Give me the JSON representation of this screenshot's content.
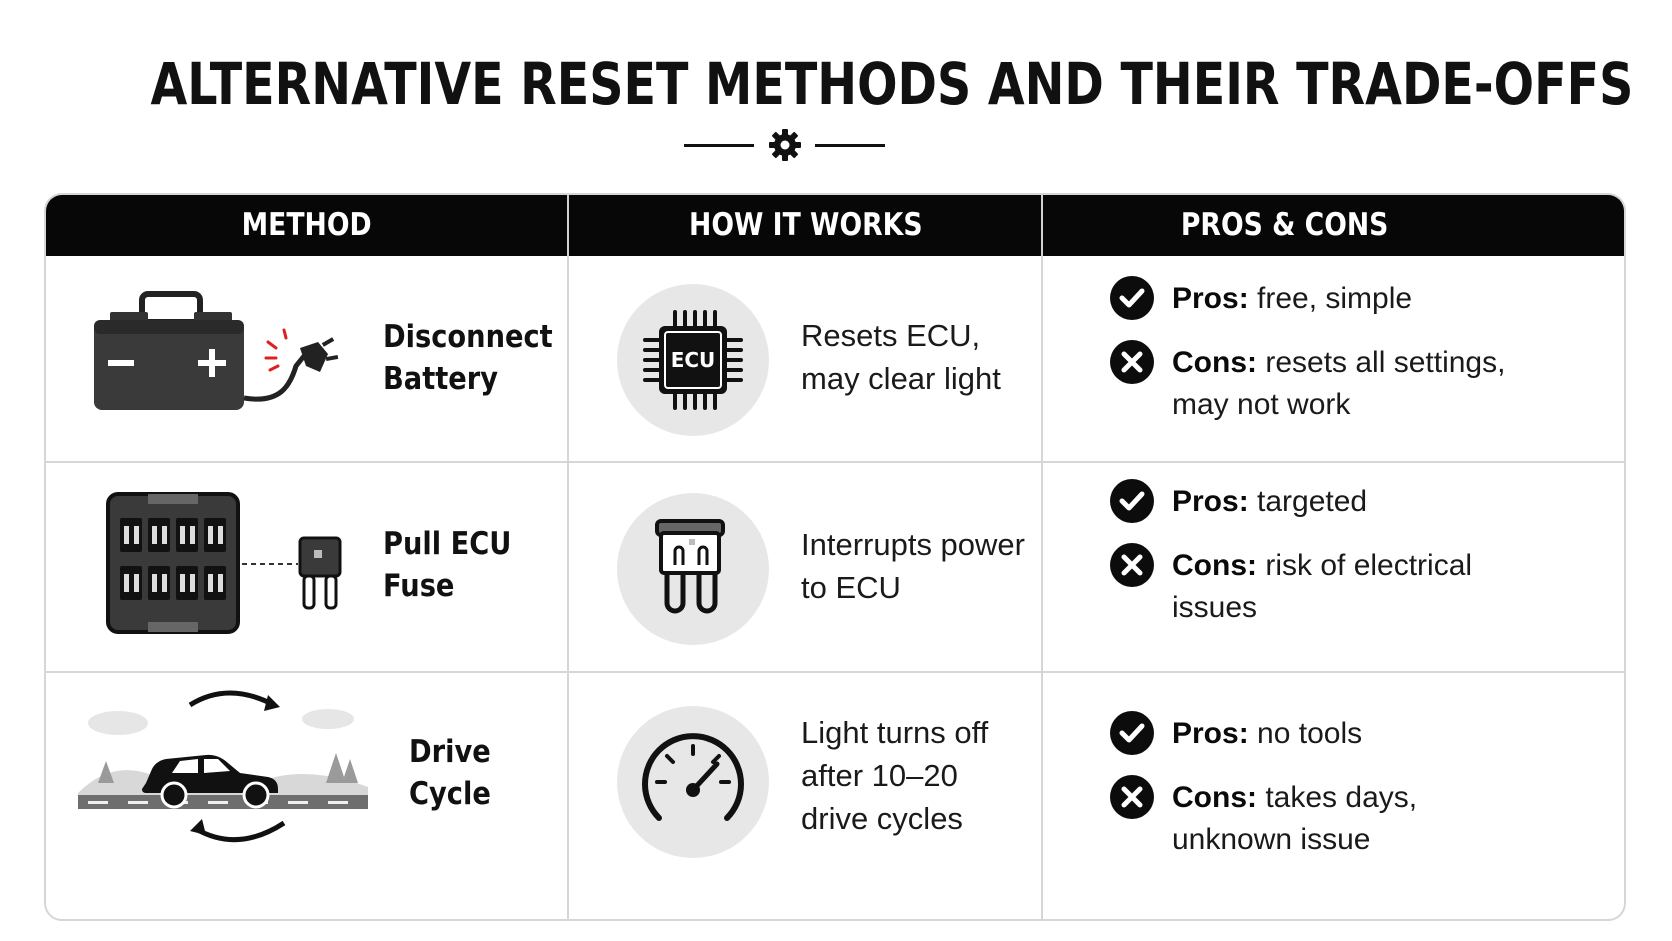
{
  "title": "ALTERNATIVE RESET METHODS AND THEIR TRADE-OFFS",
  "columns": [
    "METHOD",
    "HOW IT WORKS",
    "PROS & CONS"
  ],
  "rows": [
    {
      "method": [
        "Disconnect",
        "Battery"
      ],
      "method_icon": "car-battery-icon",
      "how_icon": "ecu-chip-icon",
      "how_icon_label": "ECU",
      "how": [
        "Resets ECU,",
        "may clear light"
      ],
      "pros_label": "Pros:",
      "pros": "free, simple",
      "cons_label": "Cons:",
      "cons": [
        "resets all settings,",
        "may not work"
      ]
    },
    {
      "method": [
        "Pull ECU",
        "Fuse"
      ],
      "method_icon": "fuse-box-icon",
      "how_icon": "fuse-icon",
      "how": [
        "Interrupts power",
        "to ECU"
      ],
      "pros_label": "Pros:",
      "pros": "targeted",
      "cons_label": "Cons:",
      "cons": [
        "risk of electrical",
        "issues"
      ]
    },
    {
      "method": [
        "Drive",
        "Cycle"
      ],
      "method_icon": "car-drive-cycle-icon",
      "how_icon": "speedometer-icon",
      "how": [
        "Light turns off",
        "after 10–20",
        "drive cycles"
      ],
      "pros_label": "Pros:",
      "pros": "no tools",
      "cons_label": "Cons:",
      "cons": [
        "takes days,",
        "unknown issue"
      ]
    }
  ],
  "colors": {
    "header_bg": "#070707",
    "accent_red": "#e02020",
    "icon_circle": "#e7e7e7",
    "border": "#d6d6d6"
  }
}
